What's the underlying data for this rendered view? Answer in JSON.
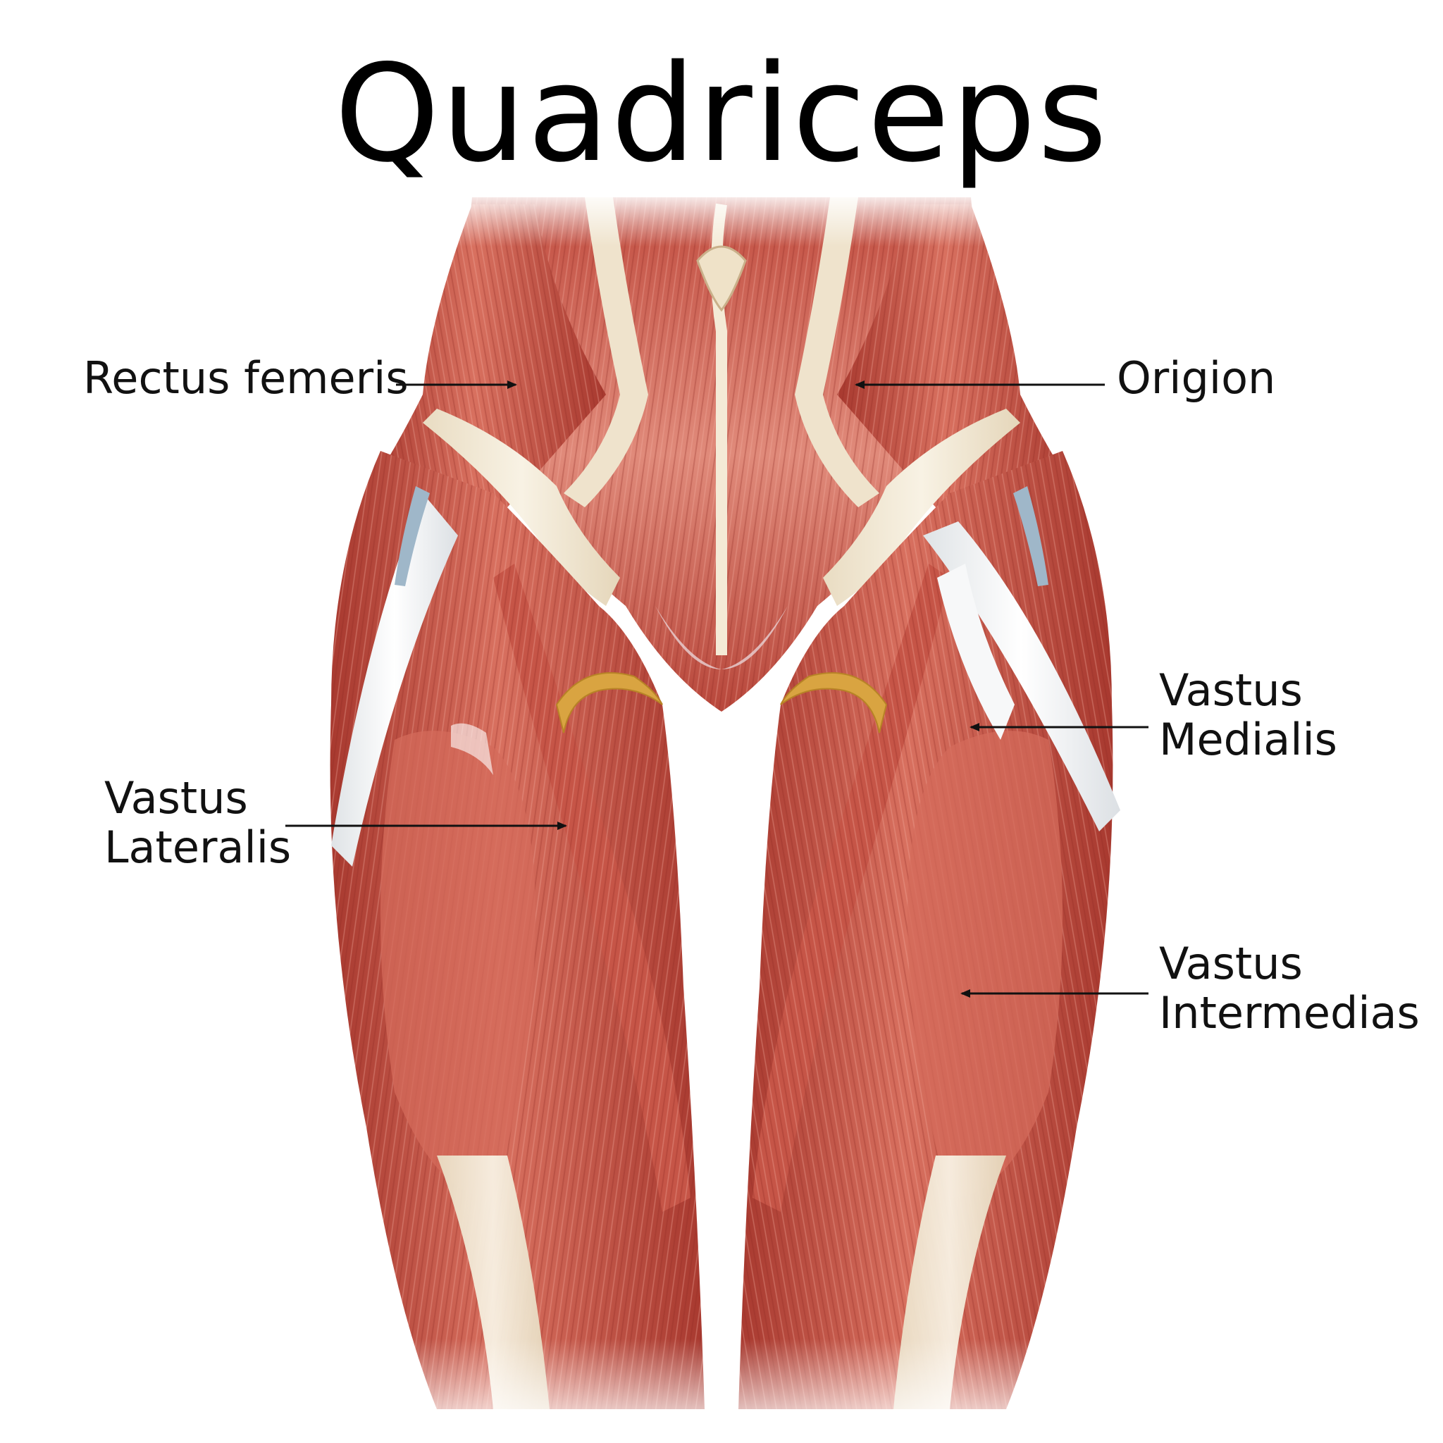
{
  "title": "Quadriceps",
  "labels": {
    "rectus_femoris": "Rectus femeris",
    "origin": "Origion",
    "vastus_medialis_line1": "Vastus",
    "vastus_medialis_line2": "Medialis",
    "vastus_lateralis_line1": "Vastus",
    "vastus_lateralis_line2": "Lateralis",
    "vastus_intermedius_line1": "Vastus",
    "vastus_intermedius_line2": "Intermedias"
  },
  "colors": {
    "muscle": "#c9574a",
    "muscle_dark": "#a8392f",
    "muscle_light": "#e2887a",
    "tendon": "#f1e7d3",
    "fascia": "#eef0f2",
    "nerve": "#d9a441",
    "vein": "#9fb7c9",
    "text": "#111111"
  }
}
